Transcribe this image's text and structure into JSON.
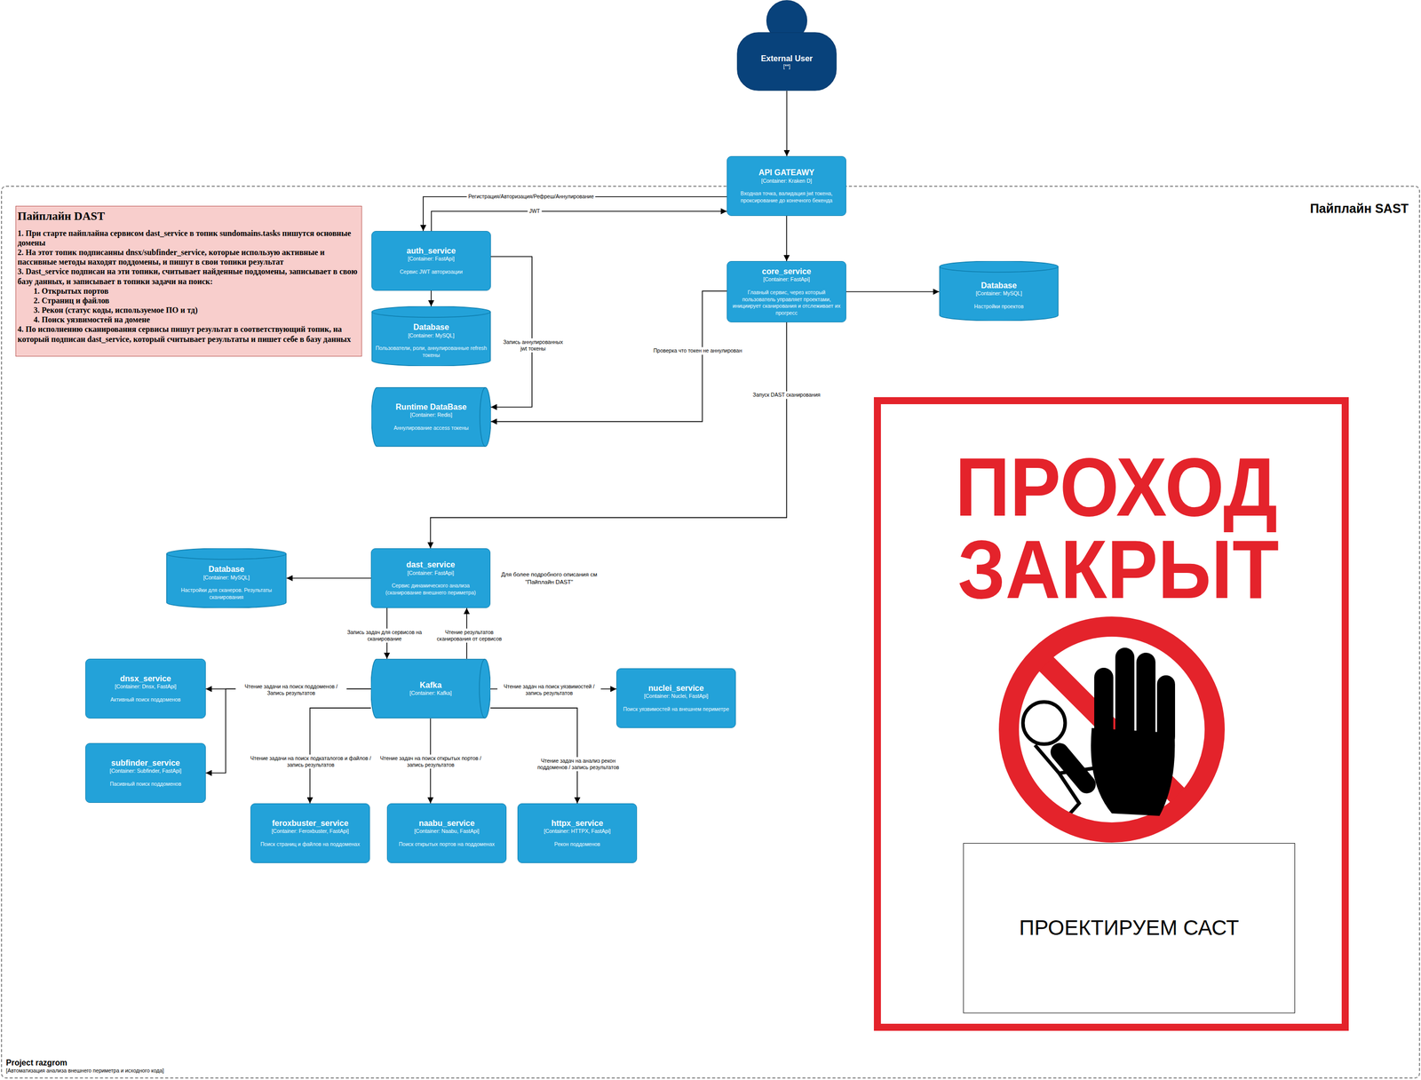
{
  "diagram": {
    "nodes": [
      {
        "text": [
          "External User",
          "[**]"
        ]
      },
      {
        "text": [
          "API GATEAWY",
          "[Container: Kraken D]",
          "Входная точка, валидация jwt токена, проксирование до конечного бекенда"
        ]
      },
      {
        "text": [
          "Project razgrom",
          "[Автоматизация анализа внешнего периметра и исходного кода]"
        ]
      },
      {
        "text": [
          "Пайплайн DAST",
          "1. При старте пайплайна сервисом dast_service в топик sundomains.tasks пишутся основные домены",
          "2. На этот топик подписанны dnsx/subfinder_service, которые использую активные и пассивные методы находят поддомены, и пишут в свои топики результат",
          "3. Dast_service подписан на эти топики, считывает найденные поддомены, записывает в свою базу данных, и записывает в топики задачи на поиск:",
          "1. Открытых портов",
          "2. Страниц и файлов",
          "3. Рекон (статус коды, используемое ПО и тд)",
          "4. Поиск уязвимостей на домене",
          "4. По исполнению сканирования сервисы пишут результат в соответствующий топик, на который подписан dast_service, который считывает результаты и пишет себе в базу данных"
        ],
        "in": 2
      },
      {
        "text": [
          "auth_service",
          "[Container: FastApi]",
          "Сервис JWT авторизации"
        ],
        "in": 2
      },
      {
        "text": [
          "core_service",
          "[Container: FastApi]",
          "Главный сервис, через который пользователь управляет проектами, инициирует сканирования и отслеживает их прогресс"
        ],
        "in": 2
      },
      {
        "text": [
          "Database",
          "[Container: MySQL]",
          "Настройки проектов"
        ],
        "in": 2
      },
      {
        "text": [
          "Database",
          "[Container: MySQL]",
          "Пользователи, роли, аннулированные refresh токены"
        ],
        "in": 2
      },
      {
        "text": [
          "Runtime DataBase",
          "[Container: Redis]",
          "Аннулирование access токены"
        ],
        "in": 2
      },
      {
        "text": [
          "dast_service",
          "[Container: FastApi]",
          "Сервис динамического анализа (сканирование внешнего периметра)"
        ],
        "in": 2
      },
      {
        "text": [
          "Database",
          "[Container: MySQL]",
          "Настройки для сканеров. Результаты сканирования"
        ],
        "in": 2
      },
      {
        "text": [
          "Kafka",
          "[Container: Kafka]"
        ],
        "in": 2
      },
      {
        "text": [
          "dnsx_service",
          "[Container: Dnsx, FastApi]",
          "Активный поиск поддоменов"
        ],
        "in": 2
      },
      {
        "text": [
          "nuclei_service",
          "[Container: Nuclei, FastApi]",
          "Поиск уязвимостей на внешнем периметре"
        ],
        "in": 2
      },
      {
        "text": [
          "subfinder_service",
          "[Container: Subfinder, FastApi]",
          "Пасивный поиск поддоменов"
        ],
        "in": 2
      },
      {
        "text": [
          "feroxbuster_service",
          "[Container: Feroxbuster, FastApi]",
          "Поиск страниц и файлов на поддоменах"
        ],
        "in": 2
      },
      {
        "text": [
          "naabu_service",
          "[Container: Naabu, FastApi]",
          "Поиск открытых портов на поддоменах"
        ],
        "in": 2
      },
      {
        "text": [
          "httpx_service",
          "[Container: HTTPX, FastApi]",
          "Рекон поддоменов"
        ],
        "in": 2
      },
      {
        "text": [
          "ПРОЕКТИРУЕМ САСТ"
        ],
        "in": 2
      }
    ],
    "edges": [
      {
        "from": 0,
        "to": 1,
        "arrow": "to"
      },
      {
        "from": 1,
        "to": 4,
        "label": "Регистрация/Авторизация/Рефреш/Аннулирование",
        "arrow": "to"
      },
      {
        "from": 4,
        "to": 1,
        "label": "JWT",
        "arrow": "to"
      },
      {
        "from": 1,
        "to": 5,
        "arrow": "to"
      },
      {
        "from": 5,
        "to": 6,
        "arrow": "to"
      },
      {
        "from": 4,
        "to": 7,
        "arrow": "to"
      },
      {
        "from": 4,
        "to": 8,
        "label": "Запись аннулированных jwt токены",
        "arrow": "to"
      },
      {
        "from": 5,
        "to": 8,
        "label": "Проверка что токен не аннулирован",
        "arrow": "to"
      },
      {
        "from": 5,
        "to": 9,
        "label": "Запуск DAST сканирования",
        "arrow": "to"
      },
      {
        "from": 9,
        "to": 10,
        "arrow": "to"
      },
      {
        "from": 9,
        "to": 11,
        "label": "Запись задач для сервисов на сканирование",
        "arrow": "to"
      },
      {
        "from": 11,
        "to": 9,
        "label": "Чтение результатов сканирования от сервисов",
        "arrow": "to"
      },
      {
        "from": 11,
        "to": 12,
        "label": "Чтение задачи на поиск поддоменов / Запись результатов",
        "arrow": "to"
      },
      {
        "from": 11,
        "to": 14,
        "arrow": "to"
      },
      {
        "from": 11,
        "to": 13,
        "label": "Чтение задач на поиск уязвимостей / запись результатов",
        "arrow": "to"
      },
      {
        "from": 11,
        "to": 15,
        "label": "Чтение задачи на поиск подкаталогов и файлов / запись результатов",
        "arrow": "to"
      },
      {
        "from": 11,
        "to": 16,
        "label": "Чтение задач на поиск открытых портов / запись результатов",
        "arrow": "to"
      },
      {
        "from": 11,
        "to": 17,
        "label": "Чтение задач на анализ рекон поддоменов / запись результатов",
        "arrow": "to"
      }
    ],
    "labels": [
      "Пайплайн SAST",
      "Для более подробного описания см \"Пайплайн DAST\"",
      "ПРОХОД",
      "ЗАКРЫТ"
    ]
  }
}
